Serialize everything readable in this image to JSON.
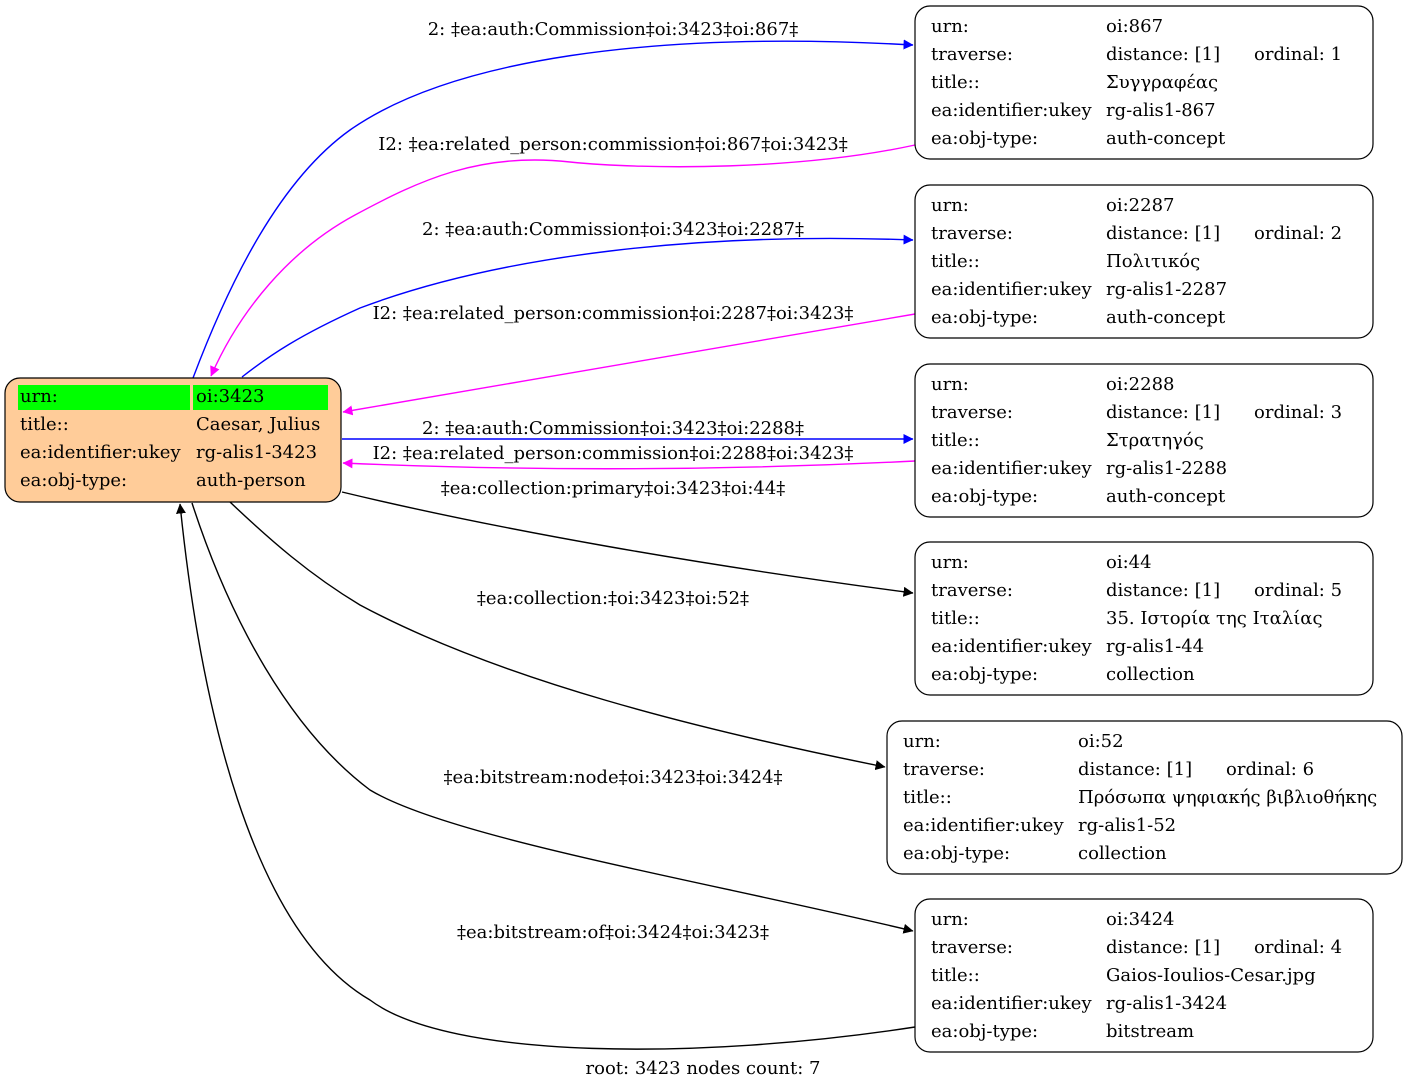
{
  "colors": {
    "forward": "#0000ff",
    "inverse": "#ff00ff",
    "link": "#000000",
    "root_fill": "#ffcc99",
    "root_highlight": "#00ff00",
    "node_fill": "#ffffff"
  },
  "root": {
    "rows": [
      [
        "urn:",
        "oi:3423"
      ],
      [
        "title::",
        "Caesar, Julius"
      ],
      [
        "ea:identifier:ukey",
        "rg-alis1-3423"
      ],
      [
        "ea:obj-type:",
        "auth-person"
      ]
    ]
  },
  "nodes": [
    {
      "id": "n867",
      "rows": [
        [
          "urn:",
          "oi:867",
          ""
        ],
        [
          "traverse:",
          "distance: [1]",
          "ordinal: 1"
        ],
        [
          "title::",
          "Συγγραφέας",
          ""
        ],
        [
          "ea:identifier:ukey",
          "rg-alis1-867",
          ""
        ],
        [
          "ea:obj-type:",
          "auth-concept",
          ""
        ]
      ]
    },
    {
      "id": "n2287",
      "rows": [
        [
          "urn:",
          "oi:2287",
          ""
        ],
        [
          "traverse:",
          "distance: [1]",
          "ordinal: 2"
        ],
        [
          "title::",
          "Πολιτικός",
          ""
        ],
        [
          "ea:identifier:ukey",
          "rg-alis1-2287",
          ""
        ],
        [
          "ea:obj-type:",
          "auth-concept",
          ""
        ]
      ]
    },
    {
      "id": "n2288",
      "rows": [
        [
          "urn:",
          "oi:2288",
          ""
        ],
        [
          "traverse:",
          "distance: [1]",
          "ordinal: 3"
        ],
        [
          "title::",
          "Στρατηγός",
          ""
        ],
        [
          "ea:identifier:ukey",
          "rg-alis1-2288",
          ""
        ],
        [
          "ea:obj-type:",
          "auth-concept",
          ""
        ]
      ]
    },
    {
      "id": "n44",
      "rows": [
        [
          "urn:",
          "oi:44",
          ""
        ],
        [
          "traverse:",
          "distance: [1]",
          "ordinal: 5"
        ],
        [
          "title::",
          "35. Ιστορία της Ιταλίας",
          ""
        ],
        [
          "ea:identifier:ukey",
          "rg-alis1-44",
          ""
        ],
        [
          "ea:obj-type:",
          "collection",
          ""
        ]
      ]
    },
    {
      "id": "n52",
      "rows": [
        [
          "urn:",
          "oi:52",
          ""
        ],
        [
          "traverse:",
          "distance: [1]",
          "ordinal: 6"
        ],
        [
          "title::",
          "Πρόσωπα ψηφιακής βιβλιοθήκης",
          ""
        ],
        [
          "ea:identifier:ukey",
          "rg-alis1-52",
          ""
        ],
        [
          "ea:obj-type:",
          "collection",
          ""
        ]
      ]
    },
    {
      "id": "n3424",
      "rows": [
        [
          "urn:",
          "oi:3424",
          ""
        ],
        [
          "traverse:",
          "distance: [1]",
          "ordinal: 4"
        ],
        [
          "title::",
          "Gaios-Ioulios-Cesar.jpg",
          ""
        ],
        [
          "ea:identifier:ukey",
          "rg-alis1-3424",
          ""
        ],
        [
          "ea:obj-type:",
          "bitstream",
          ""
        ]
      ]
    }
  ],
  "edges": [
    {
      "id": "e1",
      "kind": "forward",
      "label": "2: ‡ea:auth:Commission‡oi:3423‡oi:867‡"
    },
    {
      "id": "e2",
      "kind": "inverse",
      "label": "I2: ‡ea:related_person:commission‡oi:867‡oi:3423‡"
    },
    {
      "id": "e3",
      "kind": "forward",
      "label": "2: ‡ea:auth:Commission‡oi:3423‡oi:2287‡"
    },
    {
      "id": "e4",
      "kind": "inverse",
      "label": "I2: ‡ea:related_person:commission‡oi:2287‡oi:3423‡"
    },
    {
      "id": "e5",
      "kind": "forward",
      "label": "2: ‡ea:auth:Commission‡oi:3423‡oi:2288‡"
    },
    {
      "id": "e6",
      "kind": "inverse",
      "label": "I2: ‡ea:related_person:commission‡oi:2288‡oi:3423‡"
    },
    {
      "id": "e7",
      "kind": "link",
      "label": "‡ea:collection:primary‡oi:3423‡oi:44‡"
    },
    {
      "id": "e8",
      "kind": "link",
      "label": "‡ea:collection:‡oi:3423‡oi:52‡"
    },
    {
      "id": "e9",
      "kind": "link",
      "label": "‡ea:bitstream:node‡oi:3423‡oi:3424‡"
    },
    {
      "id": "e10",
      "kind": "link",
      "label": "‡ea:bitstream:of‡oi:3424‡oi:3423‡"
    }
  ],
  "footer": "root: 3423 nodes count: 7"
}
